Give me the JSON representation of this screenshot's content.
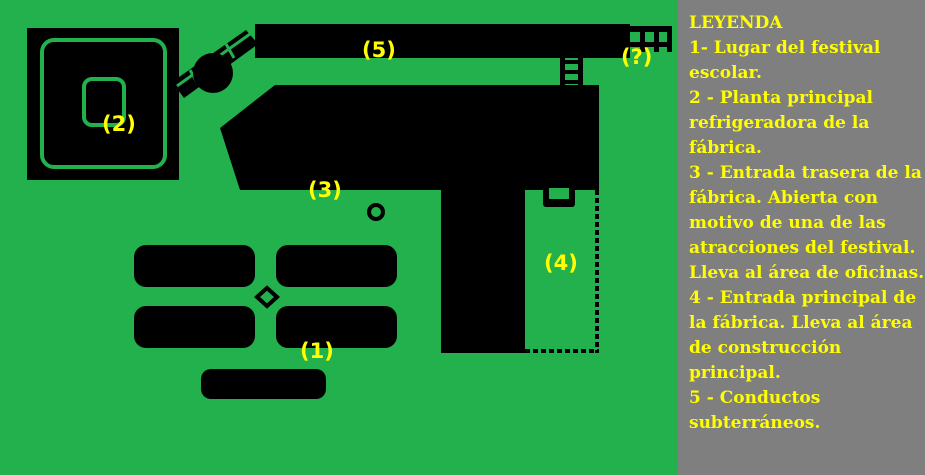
{
  "colors": {
    "ground": "#22b14c",
    "building": "#000000",
    "label": "#ffff00",
    "legend_bg": "#7f7f7f"
  },
  "map": {
    "labels": {
      "l1": "(1)",
      "l2": "(2)",
      "l3": "(3)",
      "l4": "(4)",
      "l5": "(5)",
      "lq": "(?)"
    }
  },
  "legend": {
    "title": "LEYENDA",
    "items": [
      "1- Lugar del festival escolar.",
      "2 - Planta principal refrigeradora de la fábrica.",
      "3 - Entrada trasera de la fábrica. Abierta con motivo de una de las atracciones del festival. Lleva al área de oficinas.",
      "4 - Entrada principal de la fábrica. Lleva al área de construcción principal.",
      "5 - Conductos subterráneos."
    ]
  }
}
